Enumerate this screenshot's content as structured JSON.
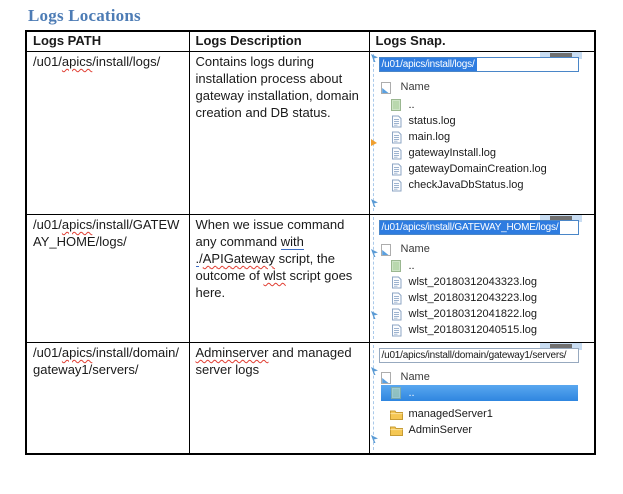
{
  "title": "Logs Locations",
  "colors": {
    "title_blue": "#4d7cb5",
    "selection_blue": "#2e7ce0",
    "row_selection_blue": "#3d96ee",
    "folder_yellow": "#f5c753",
    "spell_red": "#e03c31",
    "grammar_blue": "#3b6cc4"
  },
  "table": {
    "headers": [
      "Logs PATH",
      "Logs Description",
      "Logs Snap."
    ],
    "rows": [
      {
        "path": {
          "pre": "/u01/",
          "misspelled": "apics",
          "post": "/install/logs/"
        },
        "description": {
          "text": "Contains logs during installation process about gateway installation, domain creation and DB status."
        },
        "snap": {
          "address": "/u01/apics/install/logs/",
          "address_selected": true,
          "name_column": "Name",
          "items": [
            {
              "label": "..",
              "icon": "parent-folder-icon"
            },
            {
              "label": "status.log",
              "icon": "log-file-icon"
            },
            {
              "label": "main.log",
              "icon": "log-file-icon"
            },
            {
              "label": "gatewayInstall.log",
              "icon": "log-file-icon"
            },
            {
              "label": "gatewayDomainCreation.log",
              "icon": "log-file-icon"
            },
            {
              "label": "checkJavaDbStatus.log",
              "icon": "log-file-icon"
            }
          ]
        }
      },
      {
        "path": {
          "pre": "/u01/",
          "misspelled": "apics",
          "post": "/install/GATEWAY_HOME/logs/"
        },
        "description": {
          "seg1": "When we issue command any command ",
          "grammar": "with .",
          "seg2": "/",
          "misspelled1": "APIGateway",
          "seg3": " script, the outcome of ",
          "misspelled2": "wlst",
          "seg4": " script goes here."
        },
        "snap": {
          "address": "/u01/apics/install/GATEWAY_HOME/logs/",
          "address_selected": true,
          "name_column": "Name",
          "items": [
            {
              "label": "..",
              "icon": "parent-folder-icon"
            },
            {
              "label": "wlst_20180312043323.log",
              "icon": "log-file-icon"
            },
            {
              "label": "wlst_20180312043223.log",
              "icon": "log-file-icon"
            },
            {
              "label": "wlst_20180312041822.log",
              "icon": "log-file-icon"
            },
            {
              "label": "wlst_20180312040515.log",
              "icon": "log-file-icon"
            }
          ]
        }
      },
      {
        "path": {
          "pre": "/u01/",
          "misspelled": "apics",
          "post": "/install/domain/gateway1/servers/"
        },
        "description": {
          "misspelled1": "Adminserver",
          "seg1": " and managed server logs"
        },
        "snap": {
          "address": "/u01/apics/install/domain/gateway1/servers/",
          "address_selected": false,
          "name_column": "Name",
          "items": [
            {
              "label": "..",
              "icon": "parent-folder-icon",
              "selected": true
            },
            {
              "label": "managedServer1",
              "icon": "folder-icon"
            },
            {
              "label": "AdminServer",
              "icon": "folder-icon"
            }
          ]
        }
      }
    ]
  }
}
